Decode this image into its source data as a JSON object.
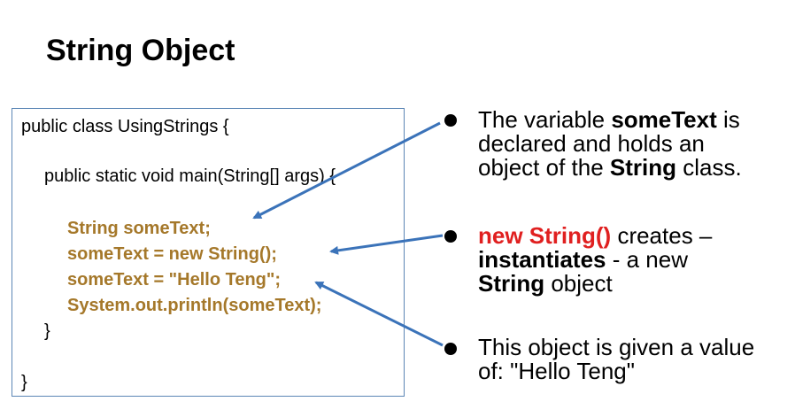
{
  "slide": {
    "title": "String Object",
    "code": {
      "line1": "public class UsingStrings {",
      "line2": "public static void main(String[] args) {",
      "line3": "String someText;",
      "line4": "someText = new String();",
      "line5": "someText = \"Hello Teng\";",
      "line6": "System.out.println(someText);",
      "line7": "}",
      "line8": "}"
    },
    "bullets": [
      {
        "seg1": "The variable ",
        "seg2": "someText",
        "seg3": " is",
        "seg4": "declared and holds an",
        "seg5": "object of the ",
        "seg6": "String",
        "seg7": " class."
      },
      {
        "seg1": "new String()",
        "seg2": " creates –",
        "seg3": "instantiates",
        "seg4": " - a new",
        "seg5": "String",
        "seg6": " object"
      },
      {
        "seg1": "This object is given a value",
        "seg2": "of: \"Hello Teng\""
      }
    ],
    "colors": {
      "code_highlight": "#a5782a",
      "box_border": "#5b86b5",
      "arrow": "#3b73b9",
      "keyword_red": "#e02020"
    }
  }
}
